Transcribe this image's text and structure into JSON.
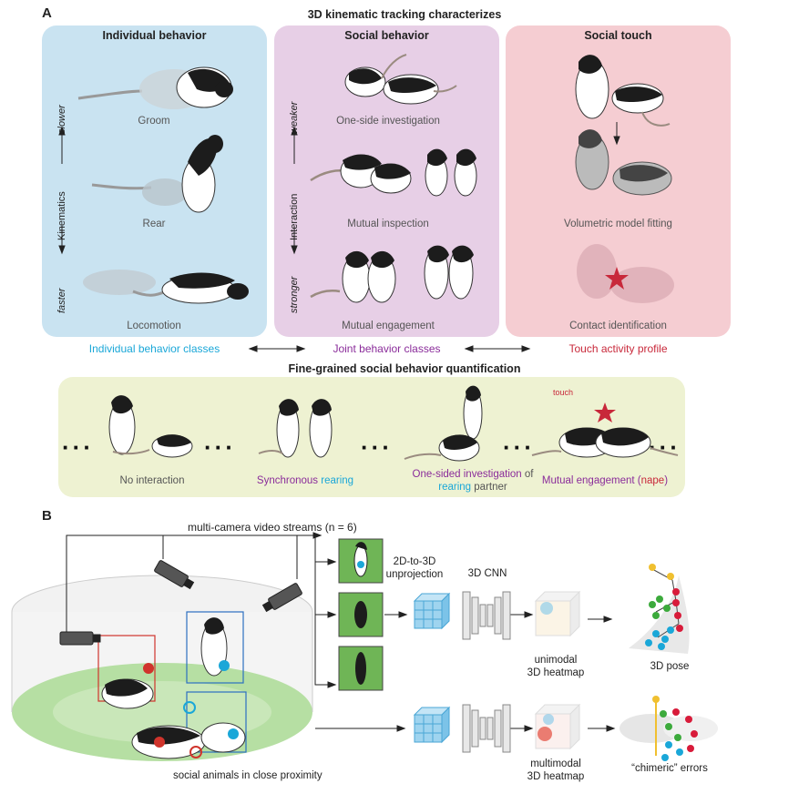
{
  "panel_a": {
    "letter": "A",
    "title": "3D kinematic tracking characterizes",
    "individual": {
      "title": "Individual behavior",
      "axis_top": "slower",
      "axis_mid": "Kinematics",
      "axis_bottom": "faster",
      "items": [
        "Groom",
        "Rear",
        "Locomotion"
      ]
    },
    "social": {
      "title": "Social behavior",
      "axis_top": "weaker",
      "axis_mid": "Interaction",
      "axis_bottom": "stronger",
      "items": [
        "One-side investigation",
        "Mutual inspection",
        "Mutual engagement"
      ]
    },
    "touch": {
      "title": "Social touch",
      "items": [
        "Volumetric model fitting",
        "Contact identification"
      ]
    },
    "classes": {
      "individual": "Individual behavior classes",
      "joint": "Joint behavior classes",
      "touch": "Touch activity profile"
    },
    "fine_grained": {
      "title": "Fine-grained social behavior quantification",
      "touch_label": "touch",
      "no_interaction": "No interaction",
      "sync_a": "Synchronous",
      "sync_b": "rearing",
      "onesided_a": "One-sided investigation",
      "onesided_b": "of",
      "onesided_c": "rearing",
      "onesided_d": "partner",
      "mutual_a": "Mutual engagement",
      "mutual_b": "(",
      "mutual_c": "nape",
      "mutual_d": ")"
    }
  },
  "panel_b": {
    "letter": "B",
    "streams": "multi-camera video streams (n = 6)",
    "unproj_1": "2D-to-3D",
    "unproj_2": "unprojection",
    "cnn": "3D CNN",
    "unimodal_1": "unimodal",
    "unimodal_2": "3D heatmap",
    "multimodal_1": "multimodal",
    "multimodal_2": "3D heatmap",
    "pose": "3D pose",
    "chimeric": "“chimeric” errors",
    "arena": "social animals in close proximity"
  },
  "colors": {
    "individual_bg": "#c9e3f1",
    "social_bg": "#e7cfe6",
    "touch_bg": "#f5cdd2",
    "fine_bg": "#eef2d2",
    "blue": "#1aa7d8",
    "purple": "#8a2c9a",
    "red": "#c8283a"
  }
}
